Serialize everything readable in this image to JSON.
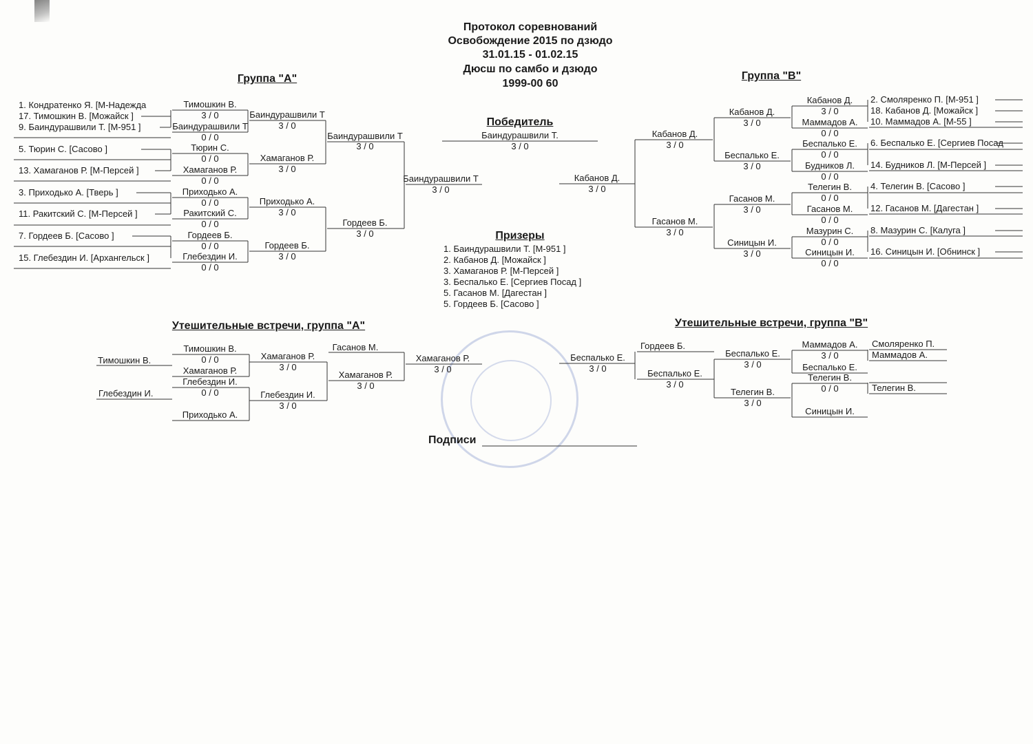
{
  "header": {
    "lines": [
      "Протокол соревнований",
      "Освобождение 2015 по дзюдо",
      "31.01.15 - 01.02.15",
      "Дюсш по самбо и дзюдо",
      "1999-00 60"
    ]
  },
  "group_a": {
    "title": "Группа  \"А\"",
    "entries": [
      "1. Кондратенко Я.  [М-Надежда",
      "17. Тимошкин В.  [Можайск   ]",
      "9. Баиндурашвили Т.  [М-951   ]",
      "5. Тюрин С.  [Сасово   ]",
      "13. Хамаганов Р.  [М-Персей   ]",
      "3. Приходько А.  [Тверь   ]",
      "11. Ракитский С.  [М-Персей   ]",
      "7. Гордеев Б.  [Сасово   ]",
      "15. Глебездин И.  [Архангельск   ]"
    ],
    "round1": [
      "Тимошкин В.",
      "3  /  0",
      "Баиндурашвили Т",
      "0  /  0",
      "Тюрин С.",
      "0  /  0",
      "Хамаганов Р.",
      "0  /  0",
      "Приходько А.",
      "0  /  0",
      "Ракитский С.",
      "0  /  0",
      "Гордеев Б.",
      "0  /  0",
      "Глебездин И.",
      "0  /  0"
    ],
    "round2": [
      "Баиндурашвили Т",
      "3  /  0",
      "Хамаганов Р.",
      "3  /  0",
      "Приходько А.",
      "3  /  0",
      "Гордеев Б.",
      "3  /  0"
    ],
    "round3": [
      "Баиндурашвили Т",
      "3  /  0",
      "Гордеев Б.",
      "3  /  0"
    ],
    "final": [
      "Баиндурашвили Т",
      "3  /  0"
    ]
  },
  "winner": {
    "title": "Победитель",
    "name": "Баиндурашвили Т.",
    "score": "3  /  0"
  },
  "group_b": {
    "title": "Группа  \"В\"",
    "final": [
      "Кабанов Д.",
      "3  /  0"
    ],
    "round3": [
      "Кабанов Д.",
      "3  /  0",
      "Гасанов М.",
      "3  /  0"
    ],
    "round2": [
      "Кабанов Д.",
      "3  /  0",
      "Беспалько Е.",
      "3  /  0",
      "Гасанов М.",
      "3  /  0",
      "Синицын И.",
      "3  /  0"
    ],
    "round1": [
      "Кабанов Д.",
      "3  /  0",
      "Маммадов А.",
      "0  /  0",
      "Беспалько Е.",
      "0  /  0",
      "Будников Л.",
      "0  /  0",
      "Телегин В.",
      "0  /  0",
      "Гасанов М.",
      "0  /  0",
      "Мазурин С.",
      "0  /  0",
      "Синицын И.",
      "0  /  0"
    ],
    "entries": [
      "2. Смоляренко П.  [М-951   ]",
      "18. Кабанов Д.  [Можайск   ]",
      "10. Маммадов А.  [М-55   ]",
      "6. Беспалько Е.  [Сергиев Посад",
      "14. Будников Л.  [М-Персей   ]",
      "4. Телегин В.  [Сасово   ]",
      "12. Гасанов М.  [Дагестан   ]",
      "8. Мазурин С.  [Калуга   ]",
      "16. Синицын И.  [Обнинск   ]"
    ]
  },
  "prizes": {
    "title": "Призеры",
    "items": [
      "1. Баиндурашвили Т.    [М-951   ]",
      "2. Кабанов Д.     [Можайск   ]",
      "3. Хамаганов Р.     [М-Персей   ]",
      "3. Беспалько Е.     [Сергиев Посад   ]",
      "5. Гасанов М.     [Дагестан   ]",
      "5. Гордеев Б.     [Сасово   ]"
    ]
  },
  "cons_a": {
    "title": "Утешительные встречи, группа \"А\"",
    "seeds": [
      "Тимошкин В.",
      "Глебездин И."
    ],
    "col1": [
      "Тимошкин В.",
      "0  /  0",
      "Хамаганов Р.",
      "Глебездин И.",
      "0  /  0",
      "Приходько А."
    ],
    "col2": [
      "Хамаганов Р.",
      "3  /  0",
      "Глебездин И.",
      "3  /  0"
    ],
    "col3": [
      "Гасанов М.",
      "Хамаганов Р.",
      "3  /  0"
    ],
    "col4": [
      "Хамаганов Р.",
      "3  /  0"
    ]
  },
  "cons_b": {
    "title": "Утешительные встречи, группа \"В\"",
    "col4": [
      "Беспалько Е.",
      "3  /  0"
    ],
    "col3": [
      "Гордеев Б.",
      "Беспалько Е.",
      "3  /  0"
    ],
    "col2": [
      "Беспалько Е.",
      "3  /  0",
      "Телегин В.",
      "3  /  0"
    ],
    "col1": [
      "Маммадов А.",
      "3  /  0",
      "Беспалько Е.",
      "Телегин В.",
      "0  /  0",
      "Синицын И."
    ],
    "seeds": [
      "Смоляренко П.",
      "Маммадов А.",
      "Телегин В."
    ]
  },
  "signature": {
    "label": "Подписи"
  }
}
